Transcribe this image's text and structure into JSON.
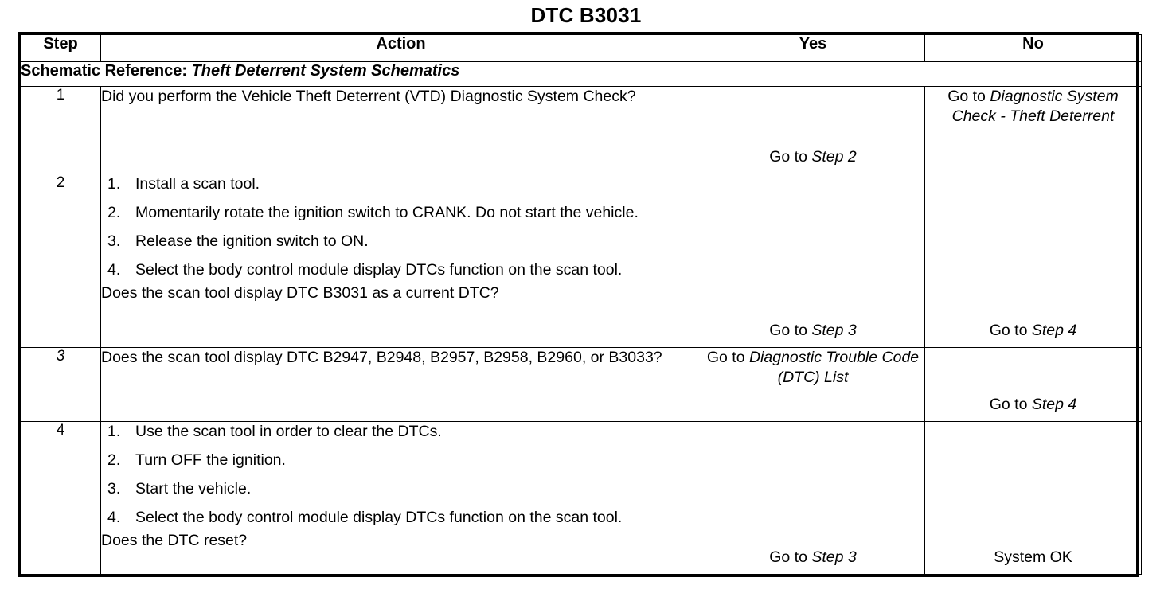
{
  "document": {
    "title": "DTC B3031"
  },
  "table": {
    "headers": {
      "step": "Step",
      "action": "Action",
      "yes": "Yes",
      "no": "No"
    },
    "schematic_reference": {
      "label": "Schematic Reference:",
      "value": "Theft Deterrent System Schematics"
    },
    "rows": [
      {
        "step": "1",
        "step_italic": false,
        "action": {
          "type": "question",
          "question": "Did you perform the Vehicle Theft Deterrent (VTD) Diagnostic System Check?"
        },
        "yes": {
          "align": "bottom",
          "prefix": "Go to ",
          "italic": "Step 2",
          "suffix": ""
        },
        "no": {
          "align": "top",
          "prefix": "Go to ",
          "italic": "Diagnostic System Check - Theft Deterrent",
          "suffix": ""
        }
      },
      {
        "step": "2",
        "step_italic": false,
        "action": {
          "type": "list",
          "items": [
            "Install a scan tool.",
            "Momentarily rotate the ignition switch to CRANK. Do not start the vehicle.",
            "Release the ignition switch to ON.",
            "Select the body control module display DTCs function on the scan tool."
          ],
          "question": "Does the scan tool display DTC B3031 as a current DTC?"
        },
        "yes": {
          "align": "bottom",
          "prefix": "Go to ",
          "italic": "Step 3",
          "suffix": ""
        },
        "no": {
          "align": "bottom",
          "prefix": "Go to ",
          "italic": "Step 4",
          "suffix": ""
        }
      },
      {
        "step": "3",
        "step_italic": true,
        "action": {
          "type": "question",
          "question": "Does the scan tool display DTC B2947, B2948, B2957, B2958, B2960, or B3033?"
        },
        "yes": {
          "align": "top",
          "prefix": "Go to ",
          "italic": "Diagnostic Trouble Code (DTC) List",
          "suffix": ""
        },
        "no": {
          "align": "bottom",
          "prefix": "Go to ",
          "italic": "Step 4",
          "suffix": ""
        }
      },
      {
        "step": "4",
        "step_italic": false,
        "action": {
          "type": "list",
          "items": [
            "Use the scan tool in order to clear the DTCs.",
            "Turn OFF the ignition.",
            "Start the vehicle.",
            "Select the body control module display DTCs function on the scan tool."
          ],
          "question": "Does the DTC reset?"
        },
        "yes": {
          "align": "bottom",
          "prefix": "Go to ",
          "italic": "Step 3",
          "suffix": ""
        },
        "no": {
          "align": "bottom",
          "prefix": "",
          "italic": "",
          "suffix": "System OK"
        }
      }
    ]
  },
  "colors": {
    "ink": "#000000",
    "paper": "#ffffff"
  }
}
